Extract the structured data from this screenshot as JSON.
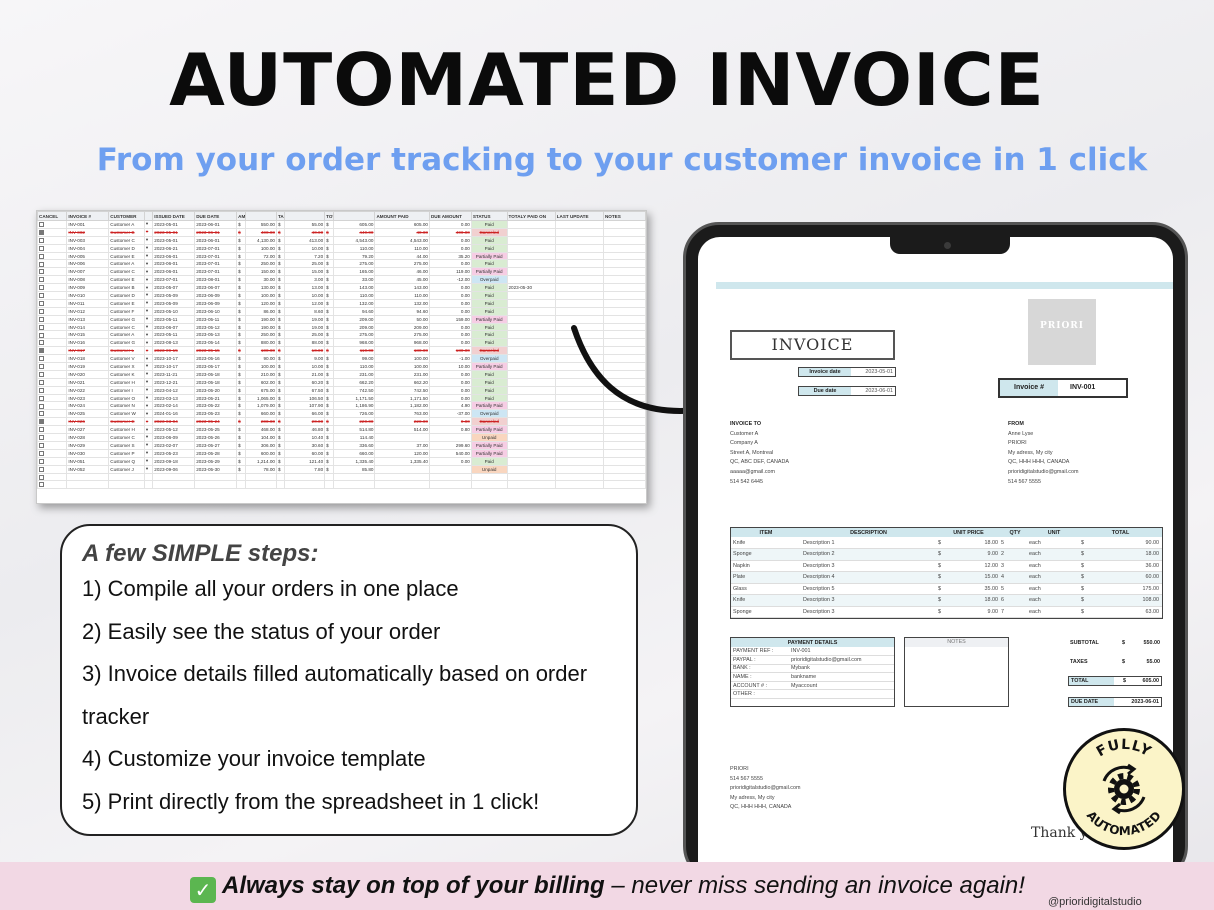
{
  "header": {
    "title": "AUTOMATED INVOICE",
    "subtitle": "From your order tracking to your customer invoice in 1 click"
  },
  "spreadsheet": {
    "columns": [
      "CANCEL",
      "INVOICE #",
      "CUSTOMER",
      "",
      "ISSUED DATE",
      "DUE DATE",
      "AMOUNT",
      "",
      "TAXES",
      "",
      "TOTAL AMOUNT",
      "",
      "AMOUNT PAID",
      "DUE AMOUNT",
      "STATUS",
      "TOTALY PAID ON",
      "LAST UPDATE",
      "NOTES"
    ],
    "rows": [
      {
        "cancel": false,
        "inv": "INV-001",
        "cust": "Customer A",
        "issued": "2023-05-01",
        "due": "2023-06-01",
        "amount": "550.00",
        "taxes": "55.00",
        "total": "605.00",
        "paid": "605.00",
        "dueamt": "0.00",
        "status": "Paid",
        "paidon": ""
      },
      {
        "cancel": true,
        "inv": "INV-002",
        "cust": "Customer B",
        "issued": "2023-05-01",
        "due": "2023-06-01",
        "amount": "400.00",
        "taxes": "40.00",
        "total": "440.00",
        "paid": "40.00",
        "dueamt": "400.00",
        "status": "Canceled",
        "paidon": ""
      },
      {
        "cancel": false,
        "inv": "INV-003",
        "cust": "Customer C",
        "issued": "2023-05-01",
        "due": "2023-06-01",
        "amount": "4,130.00",
        "taxes": "413.00",
        "total": "4,543.00",
        "paid": "4,543.00",
        "dueamt": "0.00",
        "status": "Paid",
        "paidon": ""
      },
      {
        "cancel": false,
        "inv": "INV-004",
        "cust": "Customer D",
        "issued": "2023-06-21",
        "due": "2023-07-01",
        "amount": "100.00",
        "taxes": "10.00",
        "total": "110.00",
        "paid": "110.00",
        "dueamt": "0.00",
        "status": "Paid",
        "paidon": ""
      },
      {
        "cancel": false,
        "inv": "INV-005",
        "cust": "Customer E",
        "issued": "2023-06-01",
        "due": "2023-07-01",
        "amount": "72.00",
        "taxes": "7.20",
        "total": "79.20",
        "paid": "44.00",
        "dueamt": "35.20",
        "status": "Partially Paid",
        "paidon": ""
      },
      {
        "cancel": false,
        "inv": "INV-006",
        "cust": "Customer A",
        "issued": "2023-06-01",
        "due": "2023-07-01",
        "amount": "250.00",
        "taxes": "25.00",
        "total": "275.00",
        "paid": "275.00",
        "dueamt": "0.00",
        "status": "Paid",
        "paidon": ""
      },
      {
        "cancel": false,
        "inv": "INV-007",
        "cust": "Customer C",
        "issued": "2023-06-01",
        "due": "2023-07-01",
        "amount": "150.00",
        "taxes": "15.00",
        "total": "165.00",
        "paid": "46.00",
        "dueamt": "119.00",
        "status": "Partially Paid",
        "paidon": ""
      },
      {
        "cancel": false,
        "inv": "INV-008",
        "cust": "Customer E",
        "issued": "2023-07-01",
        "due": "2023-08-01",
        "amount": "30.00",
        "taxes": "3.00",
        "total": "33.00",
        "paid": "45.00",
        "dueamt": "-12.00",
        "status": "Overpaid",
        "paidon": ""
      },
      {
        "cancel": false,
        "inv": "INV-009",
        "cust": "Customer B",
        "issued": "2023-05-07",
        "due": "2023-06-07",
        "amount": "130.00",
        "taxes": "13.00",
        "total": "143.00",
        "paid": "143.00",
        "dueamt": "0.00",
        "status": "Paid",
        "paidon": "2023-05-30"
      },
      {
        "cancel": false,
        "inv": "INV-010",
        "cust": "Customer D",
        "issued": "2023-05-09",
        "due": "2023-06-09",
        "amount": "100.00",
        "taxes": "10.00",
        "total": "110.00",
        "paid": "110.00",
        "dueamt": "0.00",
        "status": "Paid",
        "paidon": ""
      },
      {
        "cancel": false,
        "inv": "INV-011",
        "cust": "Customer E",
        "issued": "2023-05-09",
        "due": "2023-06-09",
        "amount": "120.00",
        "taxes": "12.00",
        "total": "132.00",
        "paid": "132.00",
        "dueamt": "0.00",
        "status": "Paid",
        "paidon": ""
      },
      {
        "cancel": false,
        "inv": "INV-012",
        "cust": "Customer F",
        "issued": "2023-05-10",
        "due": "2023-06-10",
        "amount": "86.00",
        "taxes": "8.60",
        "total": "94.60",
        "paid": "94.60",
        "dueamt": "0.00",
        "status": "Paid",
        "paidon": ""
      },
      {
        "cancel": false,
        "inv": "INV-013",
        "cust": "Customer G",
        "issued": "2023-05-11",
        "due": "2023-05-11",
        "amount": "190.00",
        "taxes": "19.00",
        "total": "209.00",
        "paid": "50.00",
        "dueamt": "159.00",
        "status": "Partially Paid",
        "paidon": ""
      },
      {
        "cancel": false,
        "inv": "INV-014",
        "cust": "Customer C",
        "issued": "2023-06-07",
        "due": "2023-05-12",
        "amount": "190.00",
        "taxes": "19.00",
        "total": "209.00",
        "paid": "209.00",
        "dueamt": "0.00",
        "status": "Paid",
        "paidon": ""
      },
      {
        "cancel": false,
        "inv": "INV-015",
        "cust": "Customer A",
        "issued": "2023-05-11",
        "due": "2023-05-13",
        "amount": "250.00",
        "taxes": "25.00",
        "total": "275.00",
        "paid": "275.00",
        "dueamt": "0.00",
        "status": "Paid",
        "paidon": ""
      },
      {
        "cancel": false,
        "inv": "INV-016",
        "cust": "Customer G",
        "issued": "2023-08-13",
        "due": "2023-05-14",
        "amount": "880.00",
        "taxes": "88.00",
        "total": "968.00",
        "paid": "968.00",
        "dueamt": "0.00",
        "status": "Paid",
        "paidon": ""
      },
      {
        "cancel": true,
        "inv": "INV-017",
        "cust": "Customer L",
        "issued": "2023-09-15",
        "due": "2023-05-15",
        "amount": "100.00",
        "taxes": "10.00",
        "total": "110.00",
        "paid": "180.00",
        "dueamt": "180.00",
        "status": "Canceled",
        "paidon": ""
      },
      {
        "cancel": false,
        "inv": "INV-018",
        "cust": "Customer V",
        "issued": "2023-10-17",
        "due": "2023-05-16",
        "amount": "90.00",
        "taxes": "9.00",
        "total": "99.00",
        "paid": "100.00",
        "dueamt": "-1.00",
        "status": "Overpaid",
        "paidon": ""
      },
      {
        "cancel": false,
        "inv": "INV-019",
        "cust": "Customer X",
        "issued": "2023-10-17",
        "due": "2023-05-17",
        "amount": "100.00",
        "taxes": "10.00",
        "total": "110.00",
        "paid": "100.00",
        "dueamt": "10.00",
        "status": "Partially Paid",
        "paidon": ""
      },
      {
        "cancel": false,
        "inv": "INV-020",
        "cust": "Customer K",
        "issued": "2023-11-21",
        "due": "2023-05-18",
        "amount": "210.00",
        "taxes": "21.00",
        "total": "231.00",
        "paid": "231.00",
        "dueamt": "0.00",
        "status": "Paid",
        "paidon": ""
      },
      {
        "cancel": false,
        "inv": "INV-021",
        "cust": "Customer H",
        "issued": "2023-12-21",
        "due": "2023-05-18",
        "amount": "602.00",
        "taxes": "60.20",
        "total": "662.20",
        "paid": "662.20",
        "dueamt": "0.00",
        "status": "Paid",
        "paidon": ""
      },
      {
        "cancel": false,
        "inv": "INV-022",
        "cust": "Customer I",
        "issued": "2023-04-12",
        "due": "2023-05-20",
        "amount": "675.00",
        "taxes": "67.50",
        "total": "742.50",
        "paid": "742.50",
        "dueamt": "0.00",
        "status": "Paid",
        "paidon": ""
      },
      {
        "cancel": false,
        "inv": "INV-023",
        "cust": "Customer O",
        "issued": "2023-03-13",
        "due": "2023-05-21",
        "amount": "1,065.00",
        "taxes": "106.50",
        "total": "1,171.50",
        "paid": "1,171.50",
        "dueamt": "0.00",
        "status": "Paid",
        "paidon": ""
      },
      {
        "cancel": false,
        "inv": "INV-024",
        "cust": "Customer N",
        "issued": "2023-02-14",
        "due": "2023-05-22",
        "amount": "1,079.00",
        "taxes": "107.90",
        "total": "1,186.90",
        "paid": "1,182.00",
        "dueamt": "4.90",
        "status": "Partially Paid",
        "paidon": ""
      },
      {
        "cancel": false,
        "inv": "INV-025",
        "cust": "Customer W",
        "issued": "2024-01-16",
        "due": "2023-05-23",
        "amount": "660.00",
        "taxes": "66.00",
        "total": "726.00",
        "paid": "763.00",
        "dueamt": "-37.00",
        "status": "Overpaid",
        "paidon": ""
      },
      {
        "cancel": true,
        "inv": "INV-026",
        "cust": "Customer E",
        "issued": "2023-03-04",
        "due": "2023-05-24",
        "amount": "200.00",
        "taxes": "20.00",
        "total": "220.00",
        "paid": "220.00",
        "dueamt": "0.00",
        "status": "Canceled",
        "paidon": ""
      },
      {
        "cancel": false,
        "inv": "INV-027",
        "cust": "Customer H",
        "issued": "2023-05-12",
        "due": "2023-05-25",
        "amount": "468.00",
        "taxes": "46.80",
        "total": "514.80",
        "paid": "514.00",
        "dueamt": "0.80",
        "status": "Partially Paid",
        "paidon": ""
      },
      {
        "cancel": false,
        "inv": "INV-028",
        "cust": "Customer C",
        "issued": "2023-06-09",
        "due": "2023-05-26",
        "amount": "104.00",
        "taxes": "10.40",
        "total": "114.40",
        "paid": "",
        "dueamt": "",
        "status": "Unpaid",
        "paidon": ""
      },
      {
        "cancel": false,
        "inv": "INV-029",
        "cust": "Customer S",
        "issued": "2023-02-07",
        "due": "2023-05-27",
        "amount": "306.00",
        "taxes": "30.60",
        "total": "336.60",
        "paid": "37.00",
        "dueamt": "299.60",
        "status": "Partially Paid",
        "paidon": ""
      },
      {
        "cancel": false,
        "inv": "INV-030",
        "cust": "Customer P",
        "issued": "2023-05-23",
        "due": "2023-05-28",
        "amount": "600.00",
        "taxes": "60.00",
        "total": "660.00",
        "paid": "120.00",
        "dueamt": "540.00",
        "status": "Partially Paid",
        "paidon": ""
      },
      {
        "cancel": false,
        "inv": "INV-051",
        "cust": "Customer Q",
        "issued": "2023-09-18",
        "due": "2023-05-29",
        "amount": "1,214.00",
        "taxes": "121.40",
        "total": "1,335.40",
        "paid": "1,335.40",
        "dueamt": "0.00",
        "status": "Paid",
        "paidon": ""
      },
      {
        "cancel": false,
        "inv": "INV-052",
        "cust": "Customer J",
        "issued": "2023-09-06",
        "due": "2023-05-30",
        "amount": "78.00",
        "taxes": "7.80",
        "total": "85.80",
        "paid": "",
        "dueamt": "",
        "status": "Unpaid",
        "paidon": ""
      }
    ]
  },
  "steps": {
    "heading": "A few SIMPLE steps:",
    "items": [
      "1) Compile all your orders in one place",
      "2) Easily see the status of your order",
      "3) Invoice details filled automatically based on order",
      "tracker",
      "4) Customize your invoice template",
      "5) Print directly from the spreadsheet in 1 click!"
    ]
  },
  "invoice": {
    "title": "INVOICE",
    "logo_text": "PRIORI",
    "invoice_date_label": "Invoice date",
    "invoice_date": "2023-05-01",
    "due_date_label": "Due date",
    "due_date": "2023-06-01",
    "invoice_num_label": "Invoice #",
    "invoice_num": "INV-001",
    "to": {
      "heading": "INVOICE TO",
      "lines": [
        "Customer A",
        "Company A",
        "Street A, Montreal",
        "QC, ABC DEF, CANADA",
        "aaaaa@gmail.com",
        "514 542 6445"
      ]
    },
    "from": {
      "heading": "FROM",
      "lines": [
        "Anne Lyse",
        "PRIORI",
        "My adress, My city",
        "QC, HHH HHH, CANADA",
        "prioridigitalstudio@gmail.com",
        "514 567 5555"
      ]
    },
    "items_header": [
      "ITEM",
      "DESCRIPTION",
      "UNIT PRICE",
      "QTY",
      "UNIT",
      "TOTAL"
    ],
    "items": [
      {
        "item": "Knife",
        "desc": "Description 1",
        "price": "18.00",
        "qty": "5",
        "unit": "each",
        "total": "90.00"
      },
      {
        "item": "Sponge",
        "desc": "Description 2",
        "price": "9.00",
        "qty": "2",
        "unit": "each",
        "total": "18.00"
      },
      {
        "item": "Napkin",
        "desc": "Description 3",
        "price": "12.00",
        "qty": "3",
        "unit": "each",
        "total": "36.00"
      },
      {
        "item": "Plate",
        "desc": "Description 4",
        "price": "15.00",
        "qty": "4",
        "unit": "each",
        "total": "60.00"
      },
      {
        "item": "Glass",
        "desc": "Description 5",
        "price": "35.00",
        "qty": "5",
        "unit": "each",
        "total": "175.00"
      },
      {
        "item": "Knife",
        "desc": "Description 3",
        "price": "18.00",
        "qty": "6",
        "unit": "each",
        "total": "108.00"
      },
      {
        "item": "Sponge",
        "desc": "Description 3",
        "price": "9.00",
        "qty": "7",
        "unit": "each",
        "total": "63.00"
      }
    ],
    "currency": "$",
    "payment_header": "PAYMENT DETAILS",
    "payment": [
      {
        "k": "PAYMENT REF :",
        "v": "INV-001"
      },
      {
        "k": "PAYPAL :",
        "v": "prioridigitalstudio@gmail.com"
      },
      {
        "k": "BANK :",
        "v": "Mybank"
      },
      {
        "k": "NAME :",
        "v": "bankname"
      },
      {
        "k": "ACCOUNT # :",
        "v": "Myaccount"
      },
      {
        "k": "OTHER :",
        "v": ""
      }
    ],
    "notes_header": "NOTES",
    "subtotal_label": "SUBTOTAL",
    "subtotal": "550.00",
    "taxes_label": "TAXES",
    "taxes": "55.00",
    "total_label": "TOTAL",
    "total": "605.00",
    "due_label": "DUE DATE",
    "due": "2023-06-01",
    "footer_lines": [
      "PRIORI",
      "514 567 5555",
      "prioridigitalstudio@gmail.com",
      "My adress, My city",
      "QC, HHH HHH, CANADA"
    ],
    "thanks": "Thank y"
  },
  "badge": {
    "top": "FULLY",
    "bottom": "AUTOMATED",
    "icon": "gear-cycle-icon"
  },
  "bottom": {
    "bold": "Always stay on top of your billing",
    "rest": " – never miss sending an invoice again!",
    "handle": "@prioridigitalstudio",
    "check_icon": "check-box-icon"
  },
  "colors": {
    "subtitle": "#6e9ff0",
    "accent_band": "#cfe7ed",
    "bottom_bar": "#f2d8e4",
    "badge": "#fbf4c8"
  }
}
